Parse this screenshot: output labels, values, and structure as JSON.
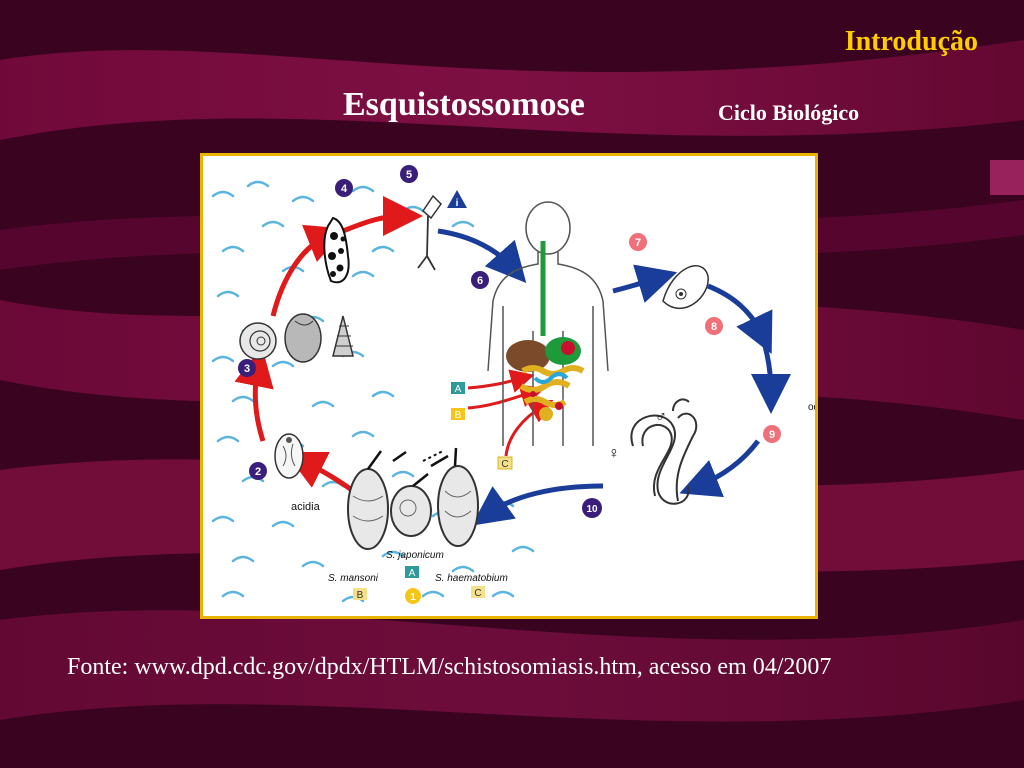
{
  "slide": {
    "section": "Introdução",
    "title": "Esquistossomose",
    "subtitle": "Ciclo Biológico",
    "caption": "Fonte: www.dpd.cdc.gov/dpdx/HTLM/schistosomiasis.htm, acesso em 04/2007"
  },
  "diagram": {
    "steps": [
      "1",
      "2",
      "3",
      "4",
      "5",
      "6",
      "7",
      "8",
      "9",
      "10"
    ],
    "info_marker": "i",
    "route_markers": [
      "A",
      "B",
      "C"
    ],
    "egg_labels": {
      "japonicum": "S. japonicum",
      "mansoni": "S. mansoni",
      "haematobium": "S. haematobium"
    },
    "fragment_left": "acidia",
    "fragment_right": "od",
    "sex_symbols": {
      "male": "♂",
      "female": "♀"
    }
  },
  "colors": {
    "background": "#3a0420",
    "accent": "#ffcc00",
    "frame": "#e8b400",
    "step_purple": "#3a1f7a",
    "step_pink": "#f0707a",
    "arrow_red": "#e01a1a",
    "arrow_blue": "#1a3d9a",
    "water": "#5ab4e0"
  }
}
